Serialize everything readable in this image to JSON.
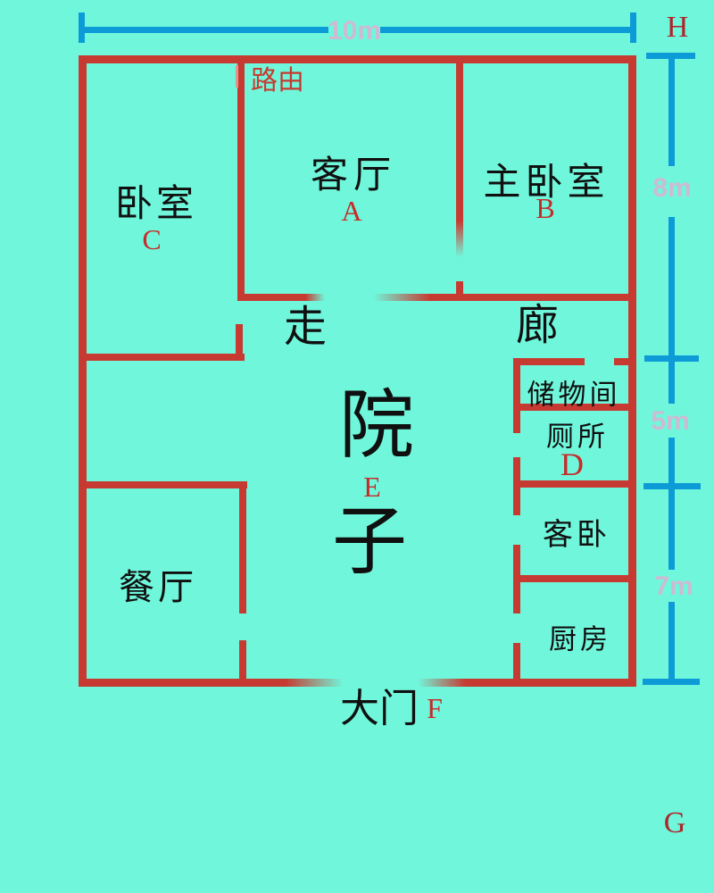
{
  "colors": {
    "background": "#70f7db",
    "wall": "#c73a31",
    "dimension_line": "#0d9bd8",
    "dimension_label": "#cdbad3",
    "room_letter": "#c62b2b",
    "corner_marker": "#ae2429",
    "room_text": "#101010"
  },
  "dimensions": {
    "top": "10m",
    "right_upper": "8m",
    "right_middle": "5m",
    "right_lower": "7m"
  },
  "markers": {
    "top_right": "H",
    "bottom_right": "G"
  },
  "annotations": {
    "router": "路由"
  },
  "rooms": {
    "bedroom": {
      "name": "卧室",
      "letter": "C"
    },
    "living_room": {
      "name": "客厅",
      "letter": "A"
    },
    "master_bedroom": {
      "name": "主卧室",
      "letter": "B"
    },
    "corridor": {
      "char_left": "走",
      "char_right": "廊"
    },
    "storage": {
      "name": "储物间"
    },
    "toilet": {
      "name": "厕所",
      "letter": "D"
    },
    "guest_bedroom": {
      "name": "客卧"
    },
    "kitchen": {
      "name": "厨房"
    },
    "dining_room": {
      "name": "餐厅"
    },
    "courtyard": {
      "char_top": "院",
      "char_bottom": "子",
      "letter": "E"
    },
    "main_gate": {
      "name": "大门",
      "letter": "F"
    }
  }
}
